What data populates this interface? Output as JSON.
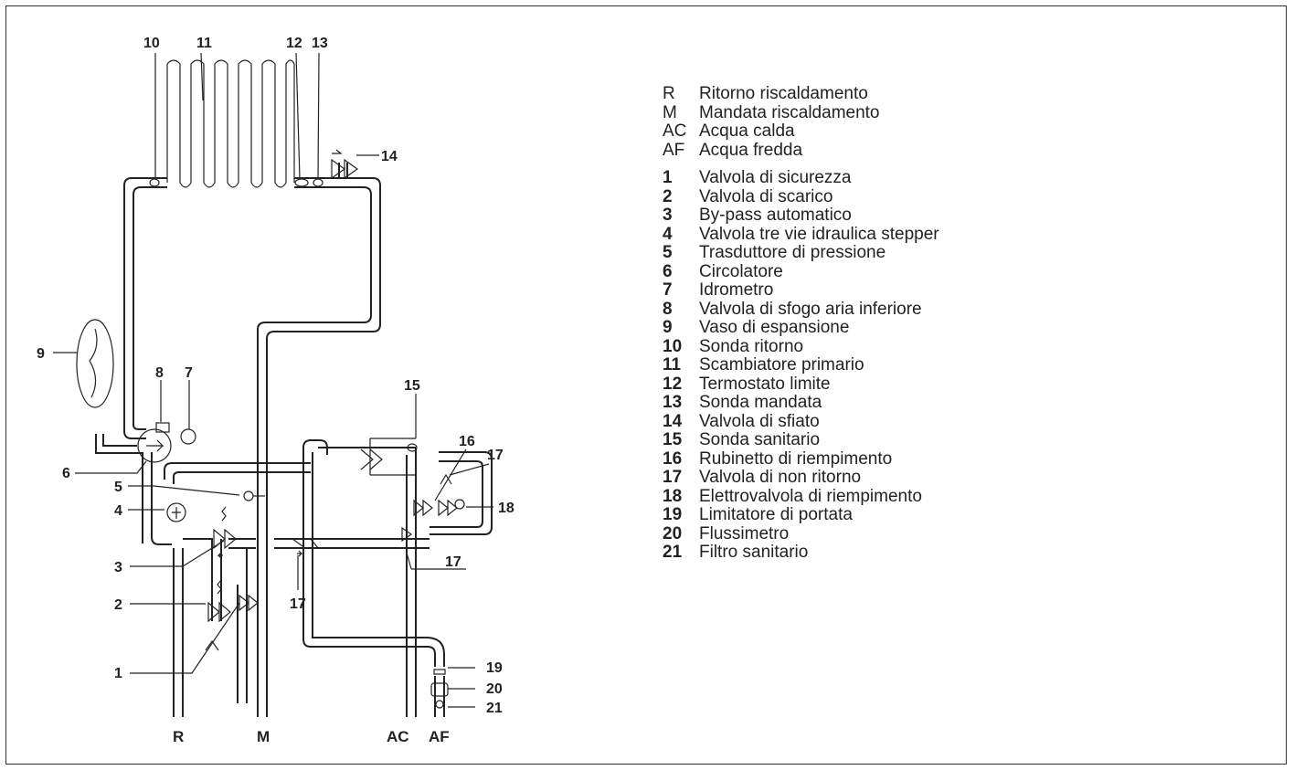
{
  "legend_letters": [
    {
      "key": "R",
      "label": "Ritorno riscaldamento"
    },
    {
      "key": "M",
      "label": "Mandata riscaldamento"
    },
    {
      "key": "AC",
      "label": "Acqua calda"
    },
    {
      "key": "AF",
      "label": "Acqua fredda"
    }
  ],
  "legend_numbers": [
    {
      "key": "1",
      "label": "Valvola di sicurezza"
    },
    {
      "key": "2",
      "label": "Valvola di scarico"
    },
    {
      "key": "3",
      "label": "By-pass automatico"
    },
    {
      "key": "4",
      "label": "Valvola tre vie idraulica stepper"
    },
    {
      "key": "5",
      "label": "Trasduttore di pressione"
    },
    {
      "key": "6",
      "label": "Circolatore"
    },
    {
      "key": "7",
      "label": "Idrometro"
    },
    {
      "key": "8",
      "label": "Valvola di sfogo aria inferiore"
    },
    {
      "key": "9",
      "label": "Vaso di espansione"
    },
    {
      "key": "10",
      "label": "Sonda ritorno"
    },
    {
      "key": "11",
      "label": "Scambiatore primario"
    },
    {
      "key": "12",
      "label": "Termostato limite"
    },
    {
      "key": "13",
      "label": "Sonda mandata"
    },
    {
      "key": "14",
      "label": "Valvola di sfiato"
    },
    {
      "key": "15",
      "label": "Sonda sanitario"
    },
    {
      "key": "16",
      "label": "Rubinetto di riempimento"
    },
    {
      "key": "17",
      "label": "Valvola di non ritorno"
    },
    {
      "key": "18",
      "label": "Elettrovalvola di riempimento"
    },
    {
      "key": "19",
      "label": "Limitatore di portata"
    },
    {
      "key": "20",
      "label": "Flussimetro"
    },
    {
      "key": "21",
      "label": "Filtro sanitario"
    }
  ],
  "callouts": {
    "n1": "1",
    "n2": "2",
    "n3": "3",
    "n4": "4",
    "n5": "5",
    "n6": "6",
    "n7": "7",
    "n8": "8",
    "n9": "9",
    "n10": "10",
    "n11": "11",
    "n12": "12",
    "n13": "13",
    "n14": "14",
    "n15": "15",
    "n16": "16",
    "n17a": "17",
    "n17b": "17",
    "n17c": "17",
    "n18": "18",
    "n19": "19",
    "n20": "20",
    "n21": "21"
  },
  "bottom_labels": {
    "r": "R",
    "m": "M",
    "ac": "AC",
    "af": "AF"
  },
  "colors": {
    "line": "#222222",
    "background": "#ffffff"
  }
}
